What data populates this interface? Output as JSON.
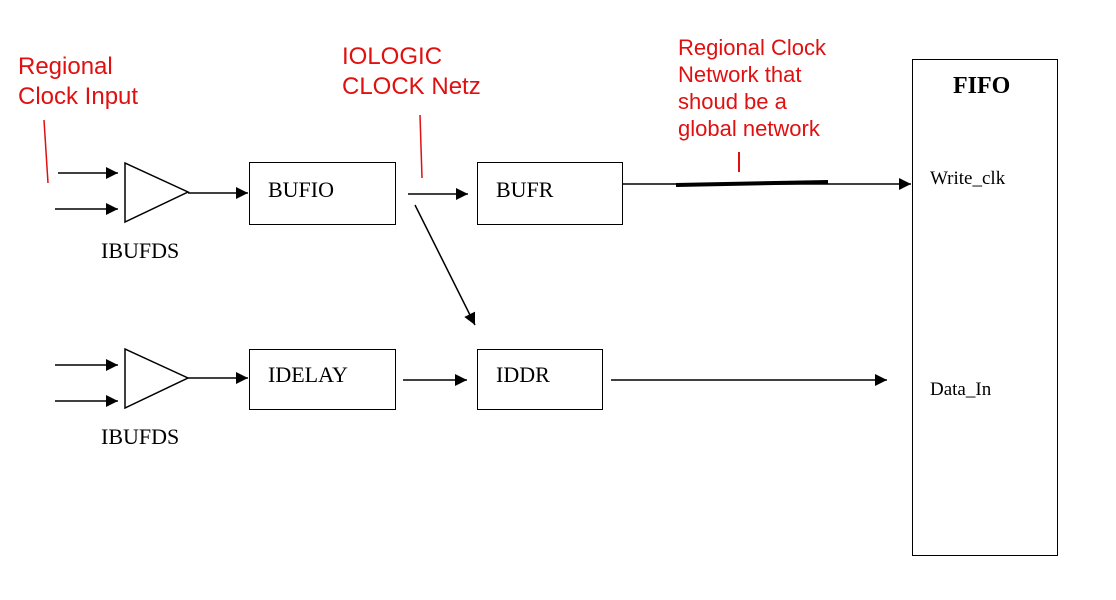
{
  "annotations": {
    "regional_clock_input": "Regional\nClock Input",
    "iologic_clock_net": "IOLOGIC\nCLOCK Netz",
    "regional_clock_network": "Regional Clock\nNetwork that\nshoud be a\nglobal network"
  },
  "blocks": {
    "bufio": "BUFIO",
    "bufr": "BUFR",
    "idelay": "IDELAY",
    "iddr": "IDDR",
    "fifo": "FIFO"
  },
  "buffers": {
    "ibufds_top": "IBUFDS",
    "ibufds_bottom": "IBUFDS"
  },
  "fifo_ports": {
    "write_clk": "Write_clk",
    "data_in": "Data_In"
  },
  "colors": {
    "annotation": "#e01010",
    "lines": "#000000"
  }
}
